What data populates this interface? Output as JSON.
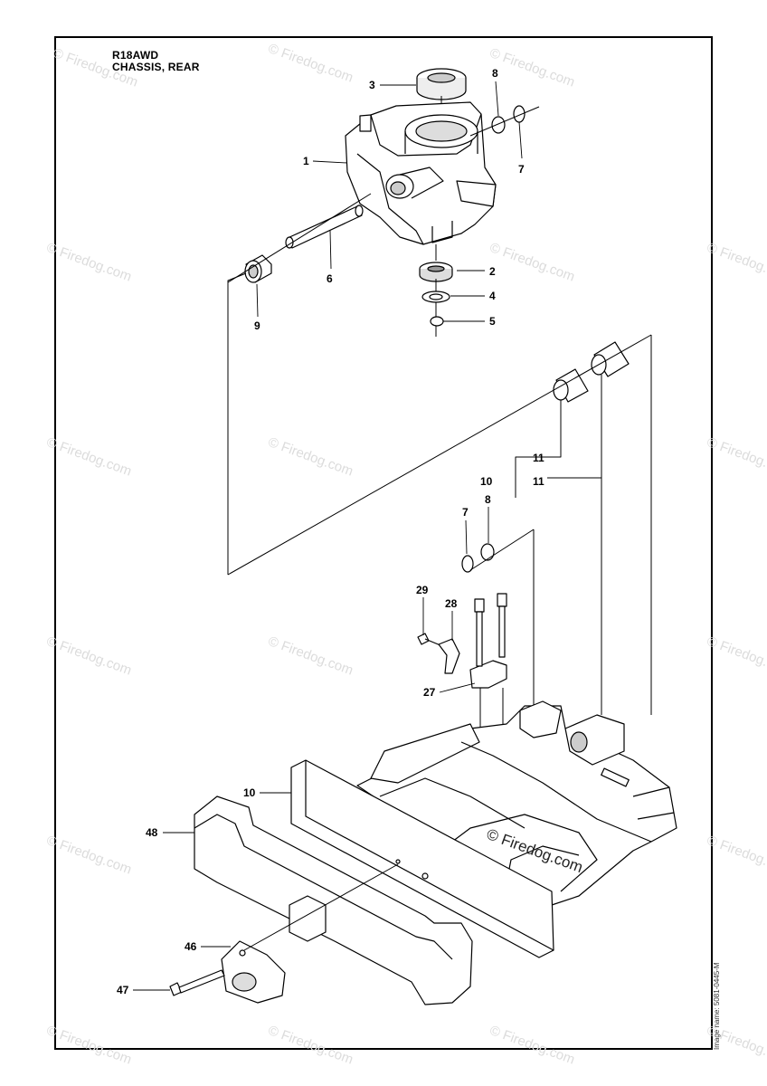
{
  "header": {
    "model": "R18AWD",
    "section": "CHASSIS, REAR"
  },
  "watermark": {
    "text": "© Firedog.com",
    "center_text": "© Firedog.com"
  },
  "side_code": "Image name: 5081-0445-M",
  "callouts": {
    "c1": "1",
    "c2": "2",
    "c3": "3",
    "c4": "4",
    "c5": "5",
    "c6": "6",
    "c7a": "7",
    "c7b": "7",
    "c8a": "8",
    "c8b": "8",
    "c9": "9",
    "c10a": "10",
    "c10b": "10",
    "c11a": "11",
    "c11b": "11",
    "c27": "27",
    "c28": "28",
    "c29": "29",
    "c46": "46",
    "c47": "47",
    "c48": "48"
  }
}
